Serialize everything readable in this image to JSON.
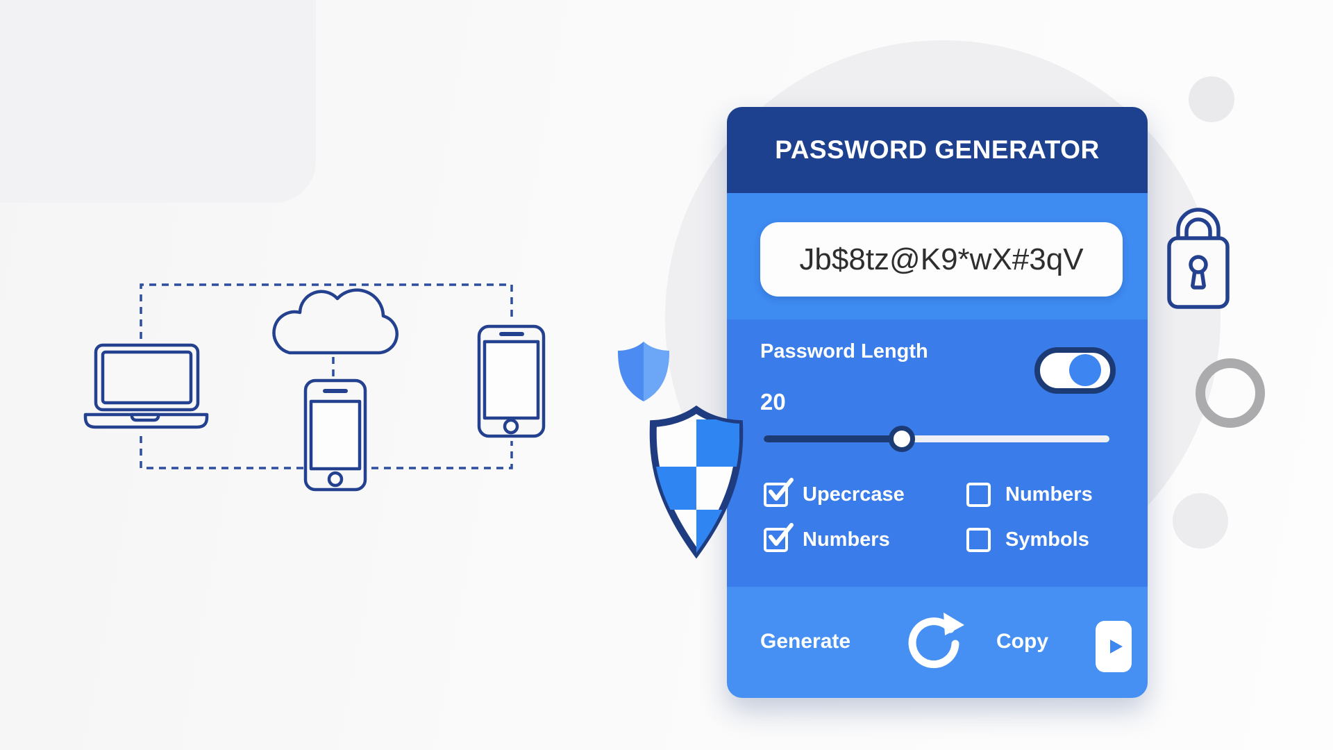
{
  "card": {
    "title": "PASSWORD GENERATOR",
    "password": "Jb$8tz@K9*wX#3qV",
    "length_label": "Password Length",
    "length_value": "20",
    "toggle_on": true,
    "slider": {
      "fill_percent": 40,
      "value": "20"
    },
    "options": [
      {
        "label": "Upecrcase",
        "checked": true
      },
      {
        "label": "Numbers",
        "checked": false
      },
      {
        "label": "Numbers",
        "checked": true
      },
      {
        "label": "Symbols",
        "checked": false
      }
    ],
    "generate_label": "Generate",
    "copy_label": "Copy"
  },
  "icons": {
    "refresh": "refresh-icon",
    "copy": "copy-icon",
    "lock": "padlock-icon",
    "shield_small": "shield-small-icon",
    "shield_large": "shield-checker-icon",
    "devices": [
      "laptop-icon",
      "cloud-icon",
      "smartphone-icon",
      "smartphone-icon"
    ]
  },
  "colors": {
    "header_navy": "#1d418f",
    "body_blue": "#3e8bf2",
    "section_blue": "#3a7ce9",
    "footer_blue": "#4590f2",
    "track_navy": "#1c3a74",
    "accent_blue": "#3d85f0",
    "outline_navy": "#24418f"
  }
}
